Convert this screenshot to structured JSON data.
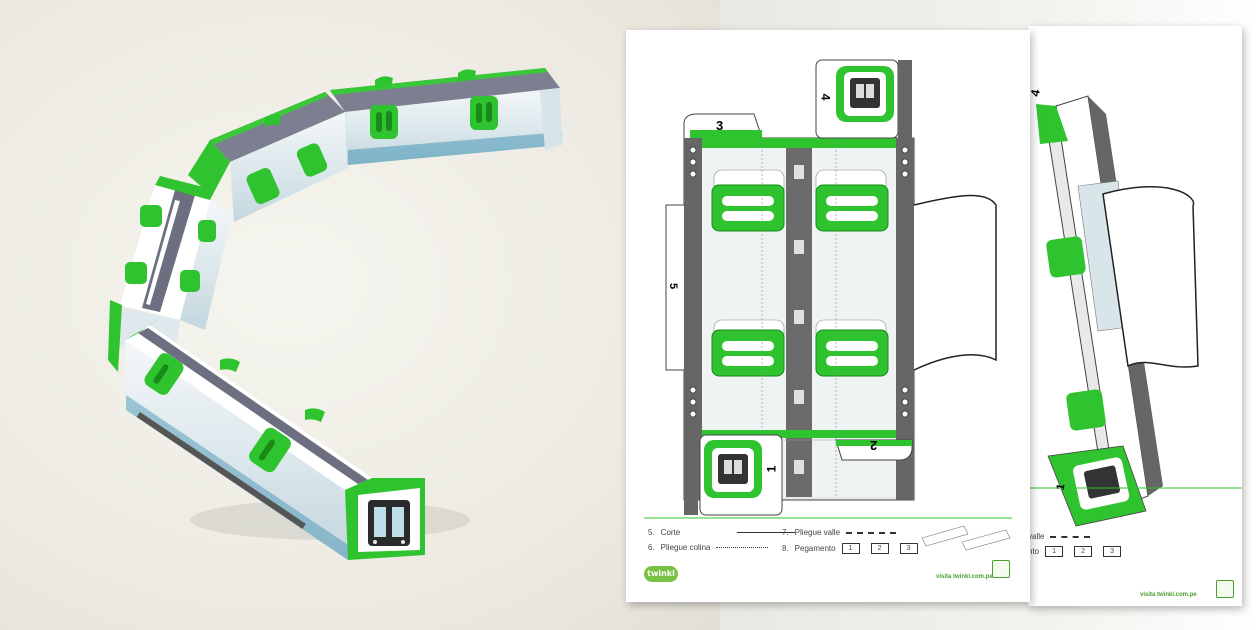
{
  "photo": {
    "subject": "folded-paper-train-model"
  },
  "template_sheet": {
    "net_numbers": [
      "1",
      "2",
      "3",
      "4",
      "5"
    ],
    "legend": {
      "items": [
        {
          "number": "5.",
          "label": "Corte",
          "line": "solid"
        },
        {
          "number": "6.",
          "label": "Pliegue colina",
          "line": "dotted"
        },
        {
          "number": "7.",
          "label": "Pliegue valle",
          "line": "dashed"
        },
        {
          "number": "8.",
          "label": "Pegamento",
          "line": "boxes"
        }
      ],
      "glue_boxes": [
        "1",
        "2",
        "3"
      ]
    },
    "brand": {
      "logo": "twinkl",
      "url": "visita twinkl.com.pe"
    }
  },
  "back_sheet": {
    "legend_fragments": [
      "valle",
      "nto"
    ],
    "glue_boxes": [
      "1",
      "2",
      "3"
    ],
    "url": "visita twinkl.com.pe",
    "net_numbers": [
      "4",
      "1"
    ]
  },
  "colors": {
    "train_green": "#2fc42f",
    "train_dark_green": "#178a17",
    "roof_gray": "#6c6f80",
    "body_light": "#e6eef2",
    "window_blue": "#bfdde6",
    "dark": "#333333",
    "brand_green": "#78c142"
  }
}
